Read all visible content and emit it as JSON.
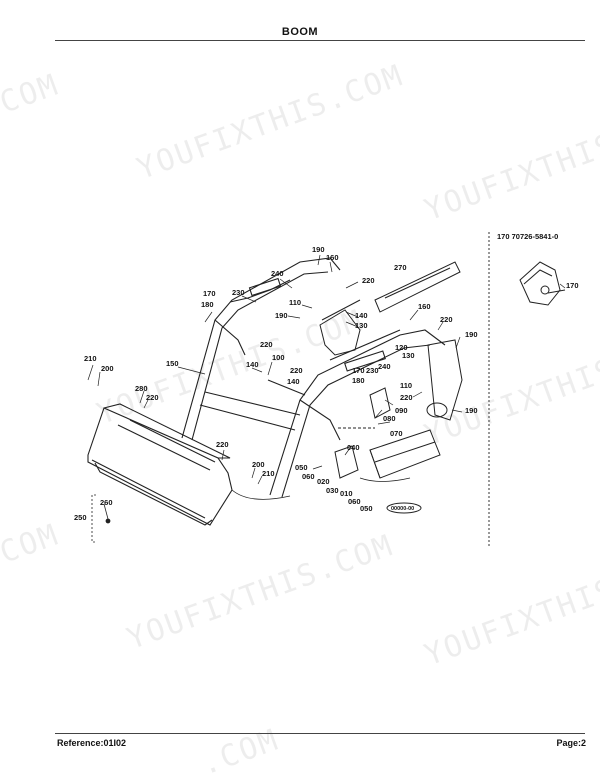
{
  "header": {
    "title": "BOOM"
  },
  "footer": {
    "reference": "Reference:01I02",
    "page": "Page:2"
  },
  "watermarks": [
    ".COM",
    "YOUFIXTHIS.COM",
    "YOUFIXTHIS",
    "YOUFIXTHIS.COM",
    "YOUFIXTHIS",
    ".COM",
    "YOUFIXTHIS.COM",
    "YOUFIXTHIS",
    ".COM"
  ],
  "inset": {
    "reference_code": "170 70726-5841-0"
  },
  "callouts": [
    "190",
    "160",
    "220",
    "270",
    "240",
    "230",
    "170",
    "180",
    "110",
    "190",
    "140",
    "130",
    "220",
    "160",
    "220",
    "190",
    "210",
    "200",
    "150",
    "100",
    "140",
    "220",
    "170",
    "180",
    "230",
    "240",
    "120",
    "130",
    "110",
    "220",
    "190",
    "280",
    "220",
    "140",
    "090",
    "080",
    "070",
    "220",
    "200",
    "210",
    "040",
    "050",
    "060",
    "020",
    "030",
    "010",
    "060",
    "050",
    "260",
    "250",
    "170"
  ],
  "stamp": "00000-00"
}
